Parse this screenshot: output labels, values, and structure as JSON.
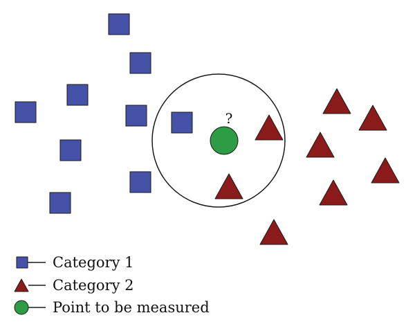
{
  "diagram": {
    "query_marker": "?",
    "legend": [
      {
        "label": "Category 1",
        "shape": "square"
      },
      {
        "label": "Category 2",
        "shape": "triangle"
      },
      {
        "label": "Point to be measured",
        "shape": "circle"
      }
    ]
  },
  "colors": {
    "category1": "#4552a8",
    "category2": "#8b1a1a",
    "query_point": "#2e9b45",
    "outline": "#1a1a1a",
    "background": "#ffffff"
  }
}
